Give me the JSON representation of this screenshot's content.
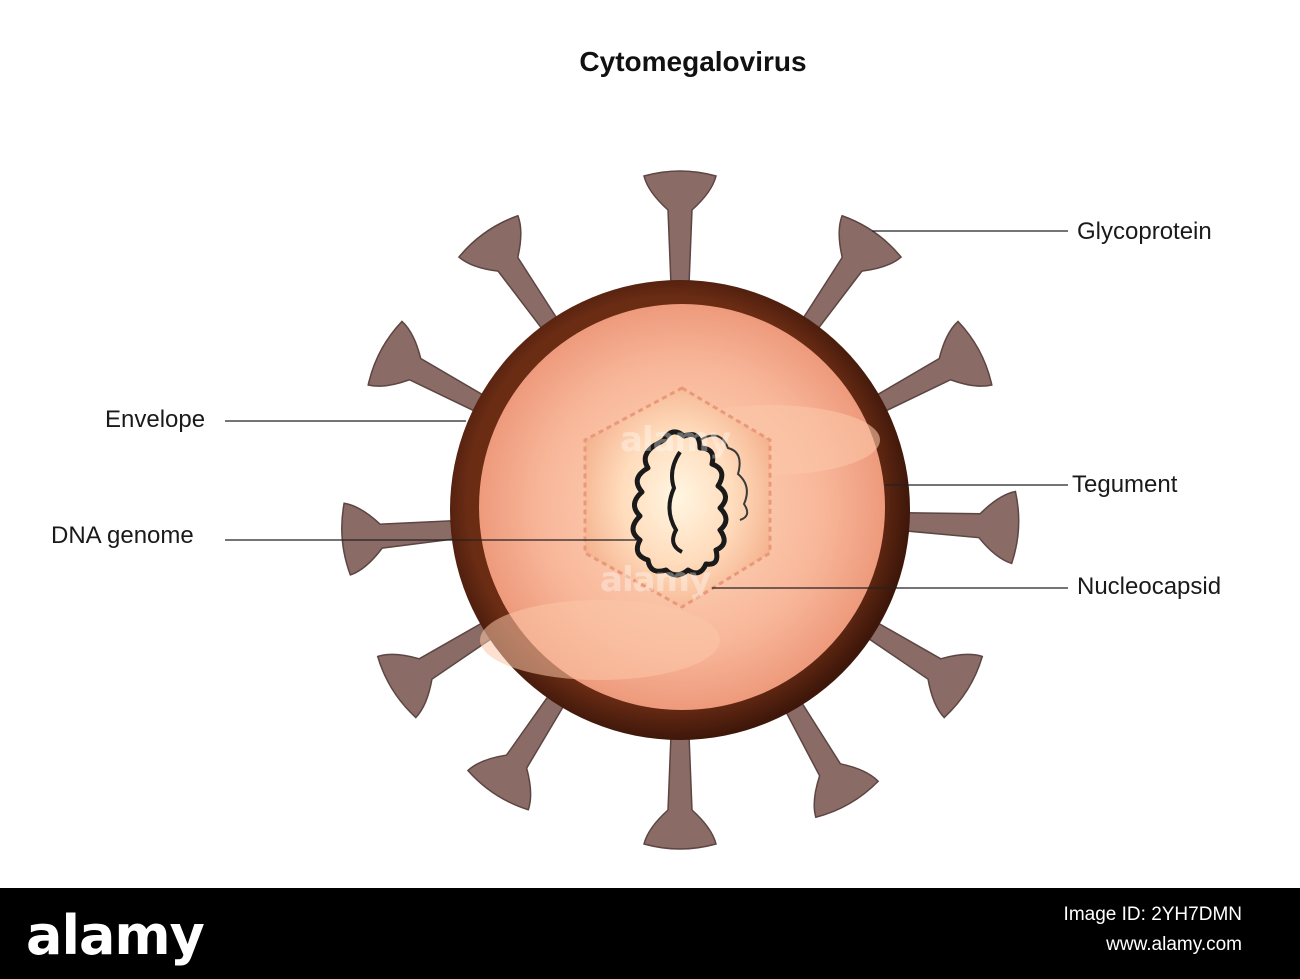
{
  "diagram": {
    "title": "Cytomegalovirus",
    "labels": {
      "glycoprotein": "Glycoprotein",
      "envelope": "Envelope",
      "tegument": "Tegument",
      "dna_genome": "DNA genome",
      "nucleocapsid": "Nucleocapsid"
    },
    "colors": {
      "envelope": "#5a2410",
      "tegument": "#f4a98a",
      "nucleocapsid": "#ffd0ae",
      "glycoprotein": "#8a6b66",
      "leader_line": "#222222"
    }
  },
  "footer": {
    "logo": "alamy",
    "image_id": "Image ID: 2YH7DMN",
    "url": "www.alamy.com"
  }
}
